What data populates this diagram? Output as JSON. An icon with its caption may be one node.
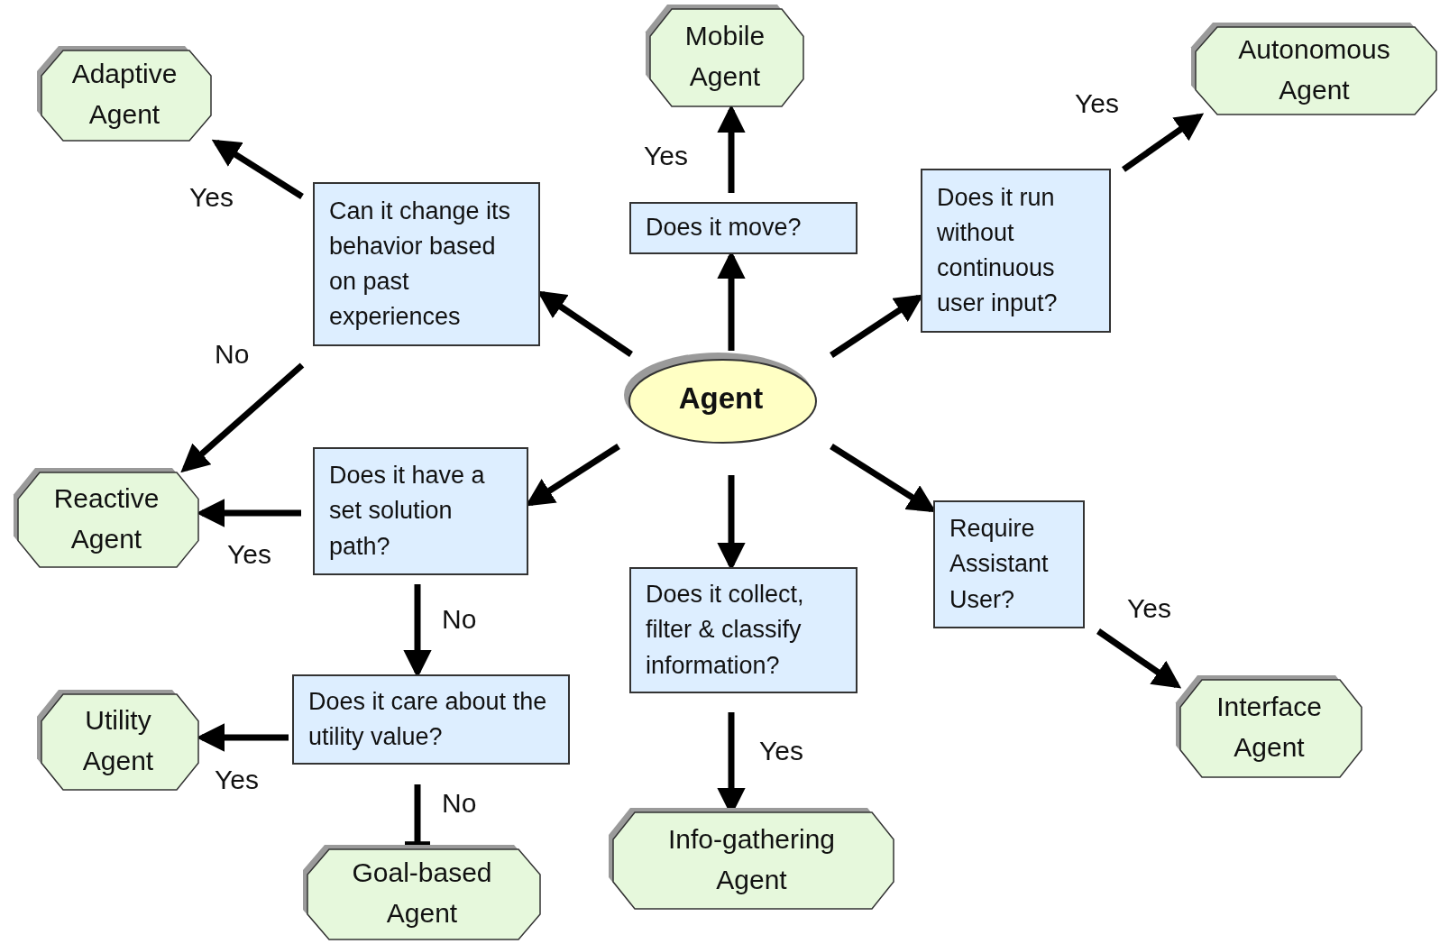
{
  "diagram": {
    "nodes": [
      {
        "text": [
          "Agent"
        ]
      },
      {
        "text": [
          "Does it move?"
        ]
      },
      {
        "text": [
          "Mobile Agent"
        ]
      },
      {
        "text": [
          "Does it run without continuous user input?"
        ]
      },
      {
        "text": [
          "Autonomous Agent"
        ]
      },
      {
        "text": [
          "Can it change its behavior based on past experiences"
        ]
      },
      {
        "text": [
          "Adaptive Agent"
        ]
      },
      {
        "text": [
          "Reactive Agent"
        ]
      },
      {
        "text": [
          "Does it have a set solution path?"
        ]
      },
      {
        "text": [
          "Does it care about the utility value?"
        ]
      },
      {
        "text": [
          "Utility Agent"
        ]
      },
      {
        "text": [
          "Goal-based Agent"
        ]
      },
      {
        "text": [
          "Does it collect, filter & classify information?"
        ]
      },
      {
        "text": [
          "Info-gathering Agent"
        ]
      },
      {
        "text": [
          "Require Assistant User?"
        ]
      },
      {
        "text": [
          "Interface Agent"
        ]
      }
    ],
    "edges": [
      {
        "from": 0,
        "to": 1,
        "arrow": "to"
      },
      {
        "from": 1,
        "to": 2,
        "arrow": "to",
        "label": "Yes"
      },
      {
        "from": 0,
        "to": 3,
        "arrow": "to"
      },
      {
        "from": 3,
        "to": 4,
        "arrow": "to",
        "label": "Yes"
      },
      {
        "from": 0,
        "to": 5,
        "arrow": "to"
      },
      {
        "from": 5,
        "to": 6,
        "arrow": "to",
        "label": "Yes"
      },
      {
        "from": 5,
        "to": 7,
        "arrow": "to",
        "label": "No"
      },
      {
        "from": 0,
        "to": 8,
        "arrow": "to"
      },
      {
        "from": 8,
        "to": 7,
        "arrow": "to",
        "label": "Yes"
      },
      {
        "from": 8,
        "to": 9,
        "arrow": "to",
        "label": "No"
      },
      {
        "from": 9,
        "to": 10,
        "arrow": "to",
        "label": "Yes"
      },
      {
        "from": 9,
        "to": 11,
        "arrow": "other",
        "label": "No"
      },
      {
        "from": 0,
        "to": 12,
        "arrow": "to"
      },
      {
        "from": 12,
        "to": 13,
        "arrow": "to",
        "label": "Yes"
      },
      {
        "from": 0,
        "to": 14,
        "arrow": "to"
      },
      {
        "from": 14,
        "to": 15,
        "arrow": "to",
        "label": "Yes"
      }
    ]
  }
}
